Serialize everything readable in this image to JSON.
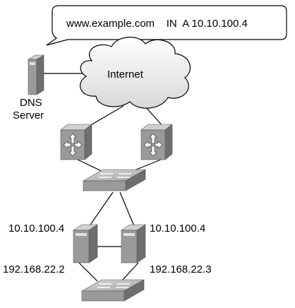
{
  "callout": {
    "text": "www.example.com    IN  A 10.10.100.4"
  },
  "cloud": {
    "label": "Internet"
  },
  "dns_server": {
    "label_line1": "DNS",
    "label_line2": "Server"
  },
  "server_left": {
    "vip": "10.10.100.4",
    "ip": "192.168.22.2"
  },
  "server_right": {
    "vip": "10.10.100.4",
    "ip": "192.168.22.3"
  },
  "colors": {
    "device_gray": "#9a9a9a",
    "device_dark": "#6e6e6e",
    "device_light": "#cfcfcf",
    "line": "#000000"
  },
  "devices": [
    "dns-server",
    "router-left",
    "router-right",
    "switch-top",
    "server-left",
    "server-right",
    "switch-bottom"
  ]
}
